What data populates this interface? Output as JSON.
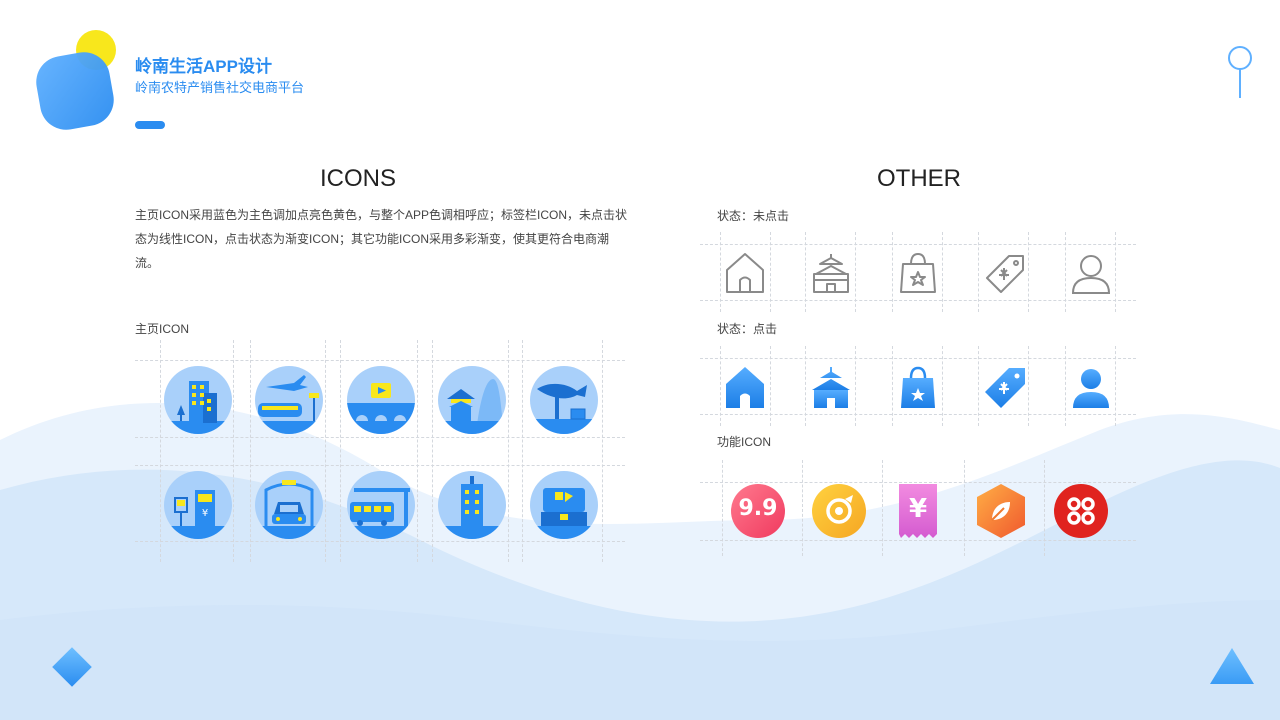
{
  "header": {
    "title": "岭南生活APP设计",
    "subtitle": "岭南农特产销售社交电商平台"
  },
  "icons_section": {
    "title": "ICONS",
    "description": "主页ICON采用蓝色为主色调加点亮色黄色，与整个APP色调相呼应；标签栏ICON，未点击状态为线性ICON，点击状态为渐变ICON；其它功能ICON采用多彩渐变，使其更符合电商潮流。",
    "home_label": "主页ICON",
    "home_icons": [
      {
        "icon": "city-building-icon"
      },
      {
        "icon": "plane-train-icon"
      },
      {
        "icon": "video-bridge-icon"
      },
      {
        "icon": "pavilion-mountain-icon"
      },
      {
        "icon": "fish-landmark-icon"
      },
      {
        "icon": "atm-charging-icon"
      },
      {
        "icon": "car-gate-icon"
      },
      {
        "icon": "bus-station-icon"
      },
      {
        "icon": "tower-building-icon"
      },
      {
        "icon": "treasure-chest-icon"
      }
    ]
  },
  "other_section": {
    "title": "OTHER",
    "unclicked_label": "状态：未点击",
    "clicked_label": "状态：点击",
    "function_label": "功能ICON",
    "tab_icons": [
      "home-icon",
      "temple-icon",
      "shopping-bag-icon",
      "price-tag-icon",
      "user-icon"
    ],
    "function_icons": [
      {
        "icon": "price-99-icon",
        "text": "9.9",
        "color": "#f0506e"
      },
      {
        "icon": "target-icon",
        "color": "#f5a623"
      },
      {
        "icon": "coupon-yuan-icon",
        "text": "¥",
        "color": "#e66ad6"
      },
      {
        "icon": "leaf-hexagon-icon",
        "color": "#f07a2e"
      },
      {
        "icon": "grid-circles-icon",
        "color": "#e0231f"
      }
    ]
  },
  "colors": {
    "primary": "#2a8cf0",
    "light_blue": "#d6e8fa",
    "outline_gray": "#8a8a8a",
    "yellow": "#f8e71c"
  }
}
